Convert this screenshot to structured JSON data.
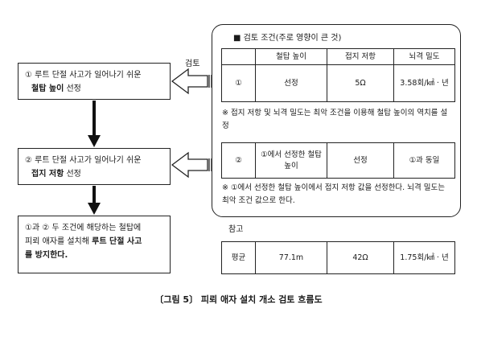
{
  "steps": [
    {
      "line1": "① 루트 단절 사고가 일어나기 쉬운",
      "bold": "철탑 높이",
      "rest": " 선정"
    },
    {
      "line1": "② 루트 단절 사고가 일어나기 쉬운",
      "bold": "접지 저항",
      "rest": " 선정"
    },
    {
      "line1": "①과 ② 두 조건에 해당하는 철탑에",
      "line2a": "피뢰 애자를 설치해 ",
      "bold": "루트 단절 사고",
      "line3": "를 방지한다."
    }
  ],
  "review_label": "검토",
  "reference_label": "참고",
  "review_title": "■ 검토 조건(주로 영향이 큰 것)",
  "table1": {
    "headers": [
      "철탑 높이",
      "접지 저항",
      "뇌격 밀도"
    ],
    "row": [
      "①",
      "선정",
      "5Ω",
      "3.58회/㎢ · 년"
    ]
  },
  "note1": "※ 접지 저항 및 뇌격 밀도는 최악 조건을 이용해 철탑 높이의 역치를 설정",
  "table2": {
    "row": [
      "②",
      "①에서 선정한 철탑 높이",
      "선정",
      "①과 동일"
    ]
  },
  "note2": "※ ①에서 선정한 철탑 높이에서 접지 저항 값을 선정한다. 뇌격 밀도는 최악 조건 값으로 한다.",
  "table3": {
    "row": [
      "평균",
      "77.1m",
      "42Ω",
      "1.75회/㎢ · 년"
    ]
  },
  "caption": "〔그림 5〕 피뢰 애자 설치 개소 검토 흐름도"
}
